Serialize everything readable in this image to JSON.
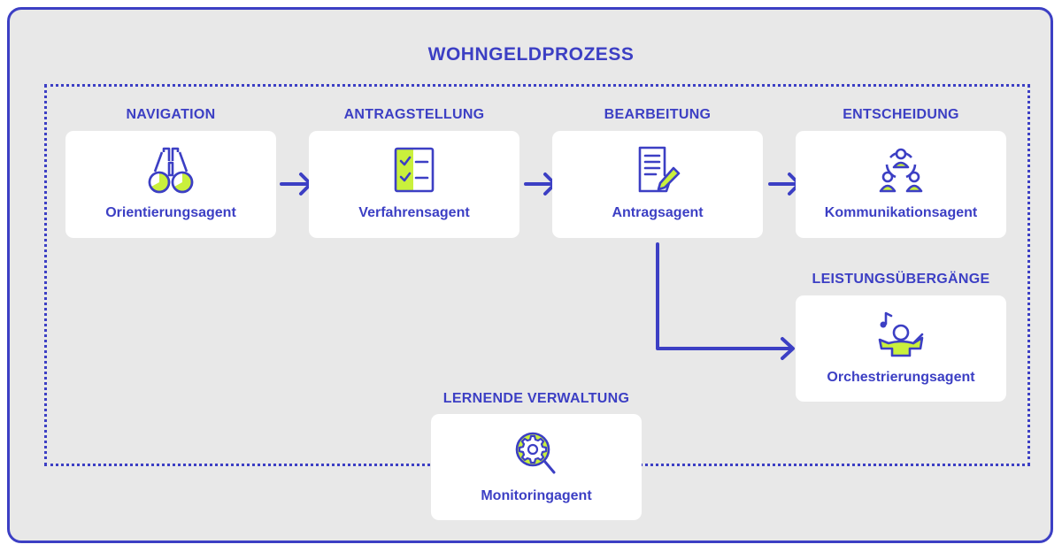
{
  "title": "WOHNGELDPROZESS",
  "colors": {
    "primary": "#3c3fc4",
    "accent": "#c9f03c",
    "background": "#e8e8e8",
    "card": "#ffffff"
  },
  "stages": [
    {
      "label": "NAVIGATION",
      "agent": "Orientierungsagent",
      "icon": "binoculars-icon"
    },
    {
      "label": "ANTRAGSTELLUNG",
      "agent": "Verfahrensagent",
      "icon": "checklist-icon"
    },
    {
      "label": "BEARBEITUNG",
      "agent": "Antragsagent",
      "icon": "document-pen-icon"
    },
    {
      "label": "ENTSCHEIDUNG",
      "agent": "Kommunikationsagent",
      "icon": "people-communication-icon"
    },
    {
      "label": "LEISTUNGSÜBERGÄNGE",
      "agent": "Orchestrierungsagent",
      "icon": "conductor-icon"
    },
    {
      "label": "LERNENDE VERWALTUNG",
      "agent": "Monitoringagent",
      "icon": "gear-magnifier-icon"
    }
  ]
}
